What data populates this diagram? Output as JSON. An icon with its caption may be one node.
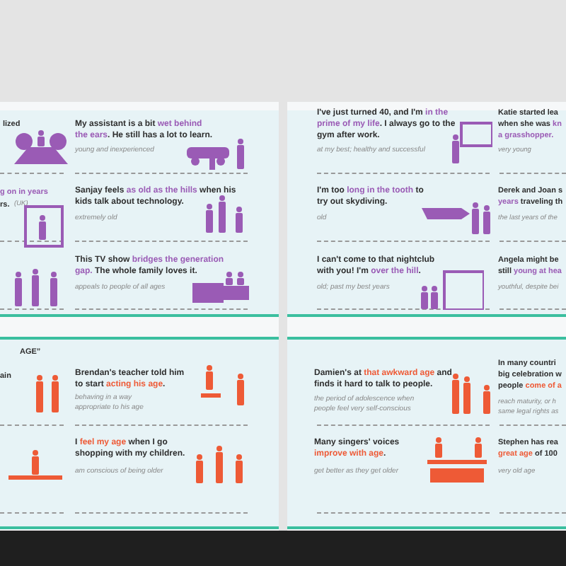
{
  "diagram": {
    "labels": [
      "lized",
      "My assistant is a bit **wet behind the ears**. He still has a lot to learn.",
      "young and inexperienced",
      "**g on in years**",
      "rs.",
      "(UK)",
      "Sanjay feels **as old as the hills** when his kids talk about technology.",
      "extremely old",
      "This TV show **bridges the generation gap.** The whole family loves it.",
      "appeals to people of all ages",
      "AGE”",
      "ain",
      "Brendan's teacher told him to start **acting his age**.",
      "behaving in a way appropriate to his age",
      "I **feel my age** when I go shopping with my children.",
      "am conscious of being older",
      "I've just turned 40, and I'm **in the prime of my life**. I always go to the gym after work.",
      "at my best; healthy and successful",
      "Katie started lea",
      "when she was **kn**",
      "**a grasshopper.**",
      "very young",
      "I'm too **long in the tooth** to try out skydiving.",
      "old",
      "Derek and Joan s",
      "**years** traveling th",
      "the last years of the",
      "I can't come to that nightclub with you! I'm **over the hill**.",
      "old; past my best years",
      "Angela might be",
      "still **young at hea**",
      "youthful, despite bei",
      "Damien's at **that awkward age** and finds it hard to talk to people.",
      "the period of adolescence when people feel very self-conscious",
      "In many countri",
      "big celebration w",
      "people **come of a**",
      "reach maturity, or h",
      "same legal rights as",
      "Many singers' voices **improve with age**.",
      "get better as they get older",
      "Stephen has rea",
      "**great age** of 100",
      "very old age"
    ]
  }
}
